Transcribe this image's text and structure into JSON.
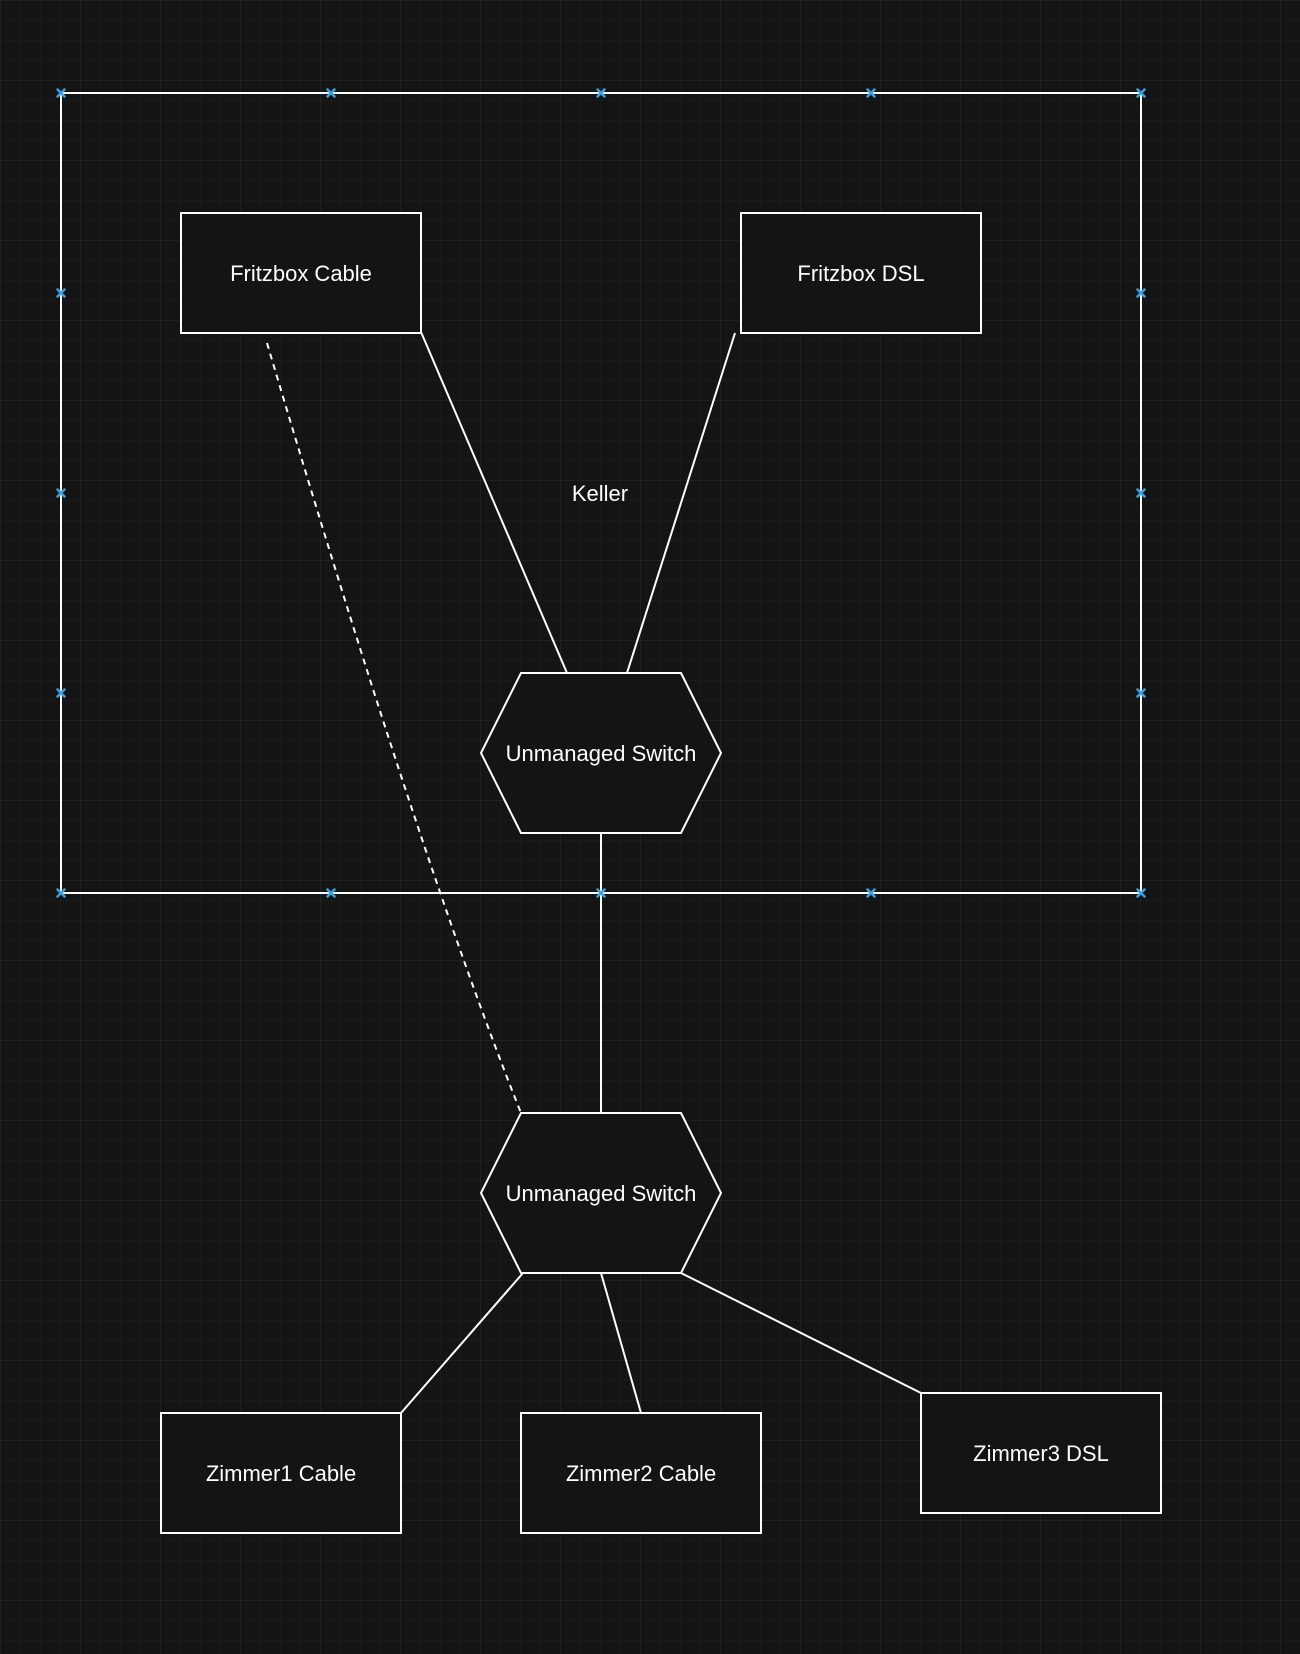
{
  "diagram": {
    "container": {
      "label": "Keller"
    },
    "nodes": {
      "fritzbox_cable": {
        "label": "Fritzbox Cable",
        "shape": "rectangle"
      },
      "fritzbox_dsl": {
        "label": "Fritzbox DSL",
        "shape": "rectangle"
      },
      "switch_keller": {
        "label": "Unmanaged Switch",
        "shape": "hexagon"
      },
      "switch_main": {
        "label": "Unmanaged Switch",
        "shape": "hexagon"
      },
      "zimmer1": {
        "label": "Zimmer1 Cable",
        "shape": "rectangle"
      },
      "zimmer2": {
        "label": "Zimmer2 Cable",
        "shape": "rectangle"
      },
      "zimmer3": {
        "label": "Zimmer3 DSL",
        "shape": "rectangle"
      }
    },
    "edges": [
      {
        "from": "fritzbox_cable",
        "to": "switch_keller",
        "style": "solid"
      },
      {
        "from": "fritzbox_dsl",
        "to": "switch_keller",
        "style": "solid"
      },
      {
        "from": "switch_keller",
        "to": "switch_main",
        "style": "solid"
      },
      {
        "from": "fritzbox_cable",
        "to": "switch_main",
        "style": "dashed"
      },
      {
        "from": "switch_main",
        "to": "zimmer1",
        "style": "solid"
      },
      {
        "from": "switch_main",
        "to": "zimmer2",
        "style": "solid"
      },
      {
        "from": "switch_main",
        "to": "zimmer3",
        "style": "solid"
      }
    ],
    "colors": {
      "background": "#141414",
      "grid_minor": "#1f1f1f",
      "grid_major": "#2c2c2c",
      "stroke": "#ffffff",
      "selection_handle": "#3aa0e0"
    }
  }
}
